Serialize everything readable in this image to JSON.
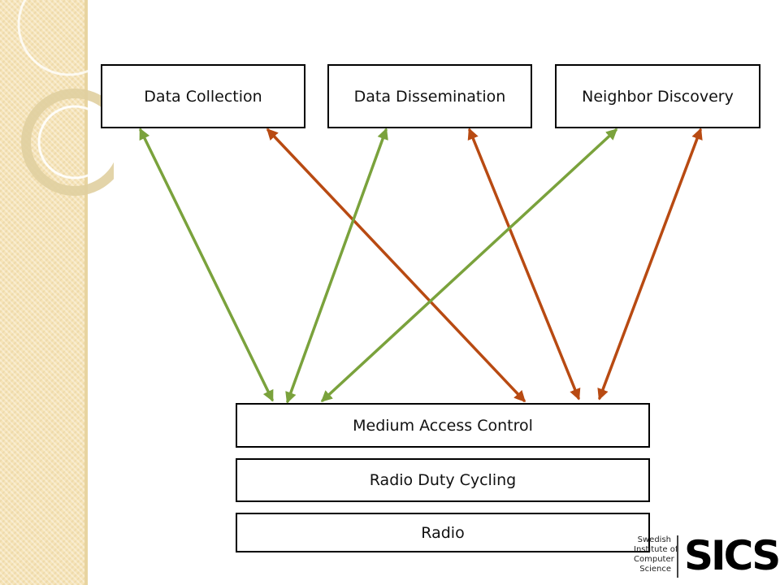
{
  "modules": {
    "data_collection": "Data Collection",
    "data_dissemination": "Data Dissemination",
    "neighbor_discovery": "Neighbor Discovery"
  },
  "layers": {
    "mac": "Medium Access Control",
    "rdc": "Radio Duty Cycling",
    "radio": "Radio"
  },
  "colors": {
    "green_arrow": "#7aa23c",
    "orange_arrow": "#b84a12",
    "sidebar": "#f6e4b8"
  },
  "logo": {
    "text": "SICS",
    "tagline_lines": [
      "Swedish",
      "Institute of",
      "Computer",
      "Science"
    ]
  }
}
